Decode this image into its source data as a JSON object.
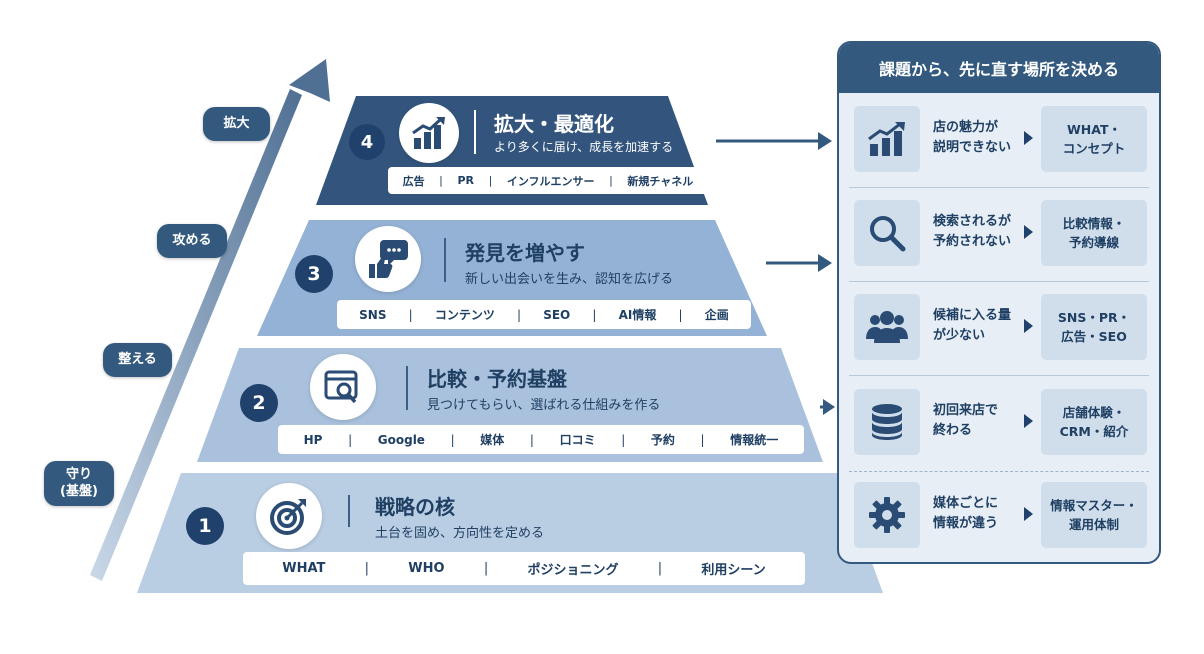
{
  "stages": [
    {
      "label": "拡大"
    },
    {
      "label": "攻める"
    },
    {
      "label": "整える"
    },
    {
      "label": "守り\n(基盤)"
    }
  ],
  "tiers": [
    {
      "number": "1",
      "icon": "target-icon",
      "title": "戦略の核",
      "subtitle": "土台を固め、方向性を定める",
      "tags": [
        "WHAT",
        "WHO",
        "ポジショニング",
        "利用シーン"
      ]
    },
    {
      "number": "2",
      "icon": "search-window-icon",
      "title": "比較・予約基盤",
      "subtitle": "見つけてもらい、選ばれる仕組みを作る",
      "tags": [
        "HP",
        "Google",
        "媒体",
        "口コミ",
        "予約",
        "情報統一"
      ]
    },
    {
      "number": "3",
      "icon": "thumbs-up-chat-icon",
      "title": "発見を増やす",
      "subtitle": "新しい出会いを生み、認知を広げる",
      "tags": [
        "SNS",
        "コンテンツ",
        "SEO",
        "AI情報",
        "企画"
      ]
    },
    {
      "number": "4",
      "icon": "growth-chart-icon",
      "title": "拡大・最適化",
      "subtitle": "より多くに届け、成長を加速する",
      "tags": [
        "広告",
        "PR",
        "インフルエンサー",
        "新規チャネル"
      ]
    }
  ],
  "panel": {
    "title": "課題から、先に直す場所を決める",
    "rows": [
      {
        "icon": "bar-chart-icon",
        "problem": "店の魅力が\n説明できない",
        "solution": "WHAT・\nコンセプト"
      },
      {
        "icon": "magnifier-icon",
        "problem": "検索されるが\n予約されない",
        "solution": "比較情報・\n予約導線"
      },
      {
        "icon": "people-icon",
        "problem": "候補に入る量\nが少ない",
        "solution": "SNS・PR・\n広告・SEO"
      },
      {
        "icon": "database-icon",
        "problem": "初回来店で\n終わる",
        "solution": "店舗体験・\nCRM・紹介"
      },
      {
        "icon": "gear-icon",
        "problem": "媒体ごとに\n情報が違う",
        "solution": "情報マスター・\n運用体制"
      }
    ]
  },
  "colors": {
    "navy": "#1f416b",
    "slate": "#34597f",
    "tier1": "#b9cde3",
    "tier2": "#a9c1dc",
    "tier3": "#94b2d5",
    "tier4": "#33557d"
  }
}
